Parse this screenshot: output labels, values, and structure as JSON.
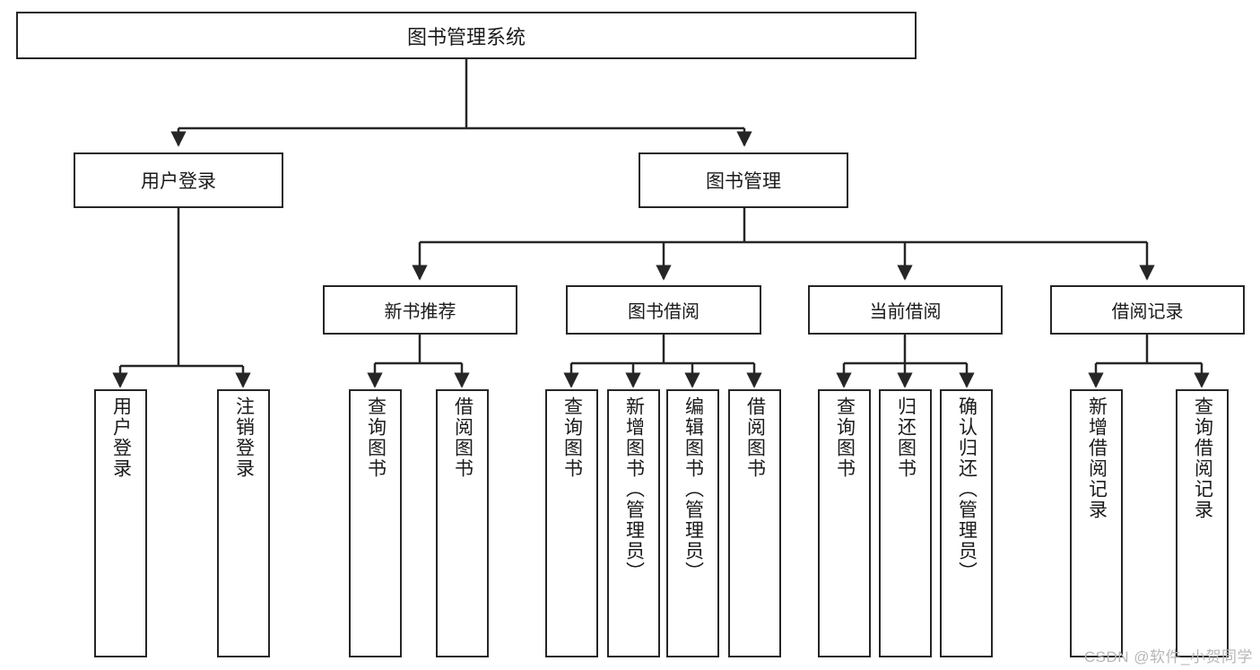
{
  "diagram": {
    "type": "tree",
    "title": "图书管理系统",
    "root": {
      "label": "图书管理系统"
    },
    "level1": [
      {
        "label": "用户登录"
      },
      {
        "label": "图书管理"
      }
    ],
    "level2": [
      {
        "label": "新书推荐"
      },
      {
        "label": "图书借阅"
      },
      {
        "label": "当前借阅"
      },
      {
        "label": "借阅记录"
      }
    ],
    "leaves": {
      "user_login": [
        {
          "label": "用户登录"
        },
        {
          "label": "注销登录"
        }
      ],
      "new_book_recommend": [
        {
          "label": "查询图书"
        },
        {
          "label": "借阅图书"
        }
      ],
      "book_borrow": [
        {
          "label": "查询图书"
        },
        {
          "label": "新增图书（管理员）"
        },
        {
          "label": "编辑图书（管理员）"
        },
        {
          "label": "借阅图书"
        }
      ],
      "current_borrow": [
        {
          "label": "查询图书"
        },
        {
          "label": "归还图书"
        },
        {
          "label": "确认归还（管理员）"
        }
      ],
      "borrow_records": [
        {
          "label": "新增借阅记录"
        },
        {
          "label": "查询借阅记录"
        }
      ]
    }
  },
  "watermark": {
    "text": "CSDN @软件_小贺同学"
  },
  "colors": {
    "stroke": "#262626",
    "text": "#1a1a1a",
    "background": "#ffffff",
    "watermark": "#b7b7b7"
  }
}
